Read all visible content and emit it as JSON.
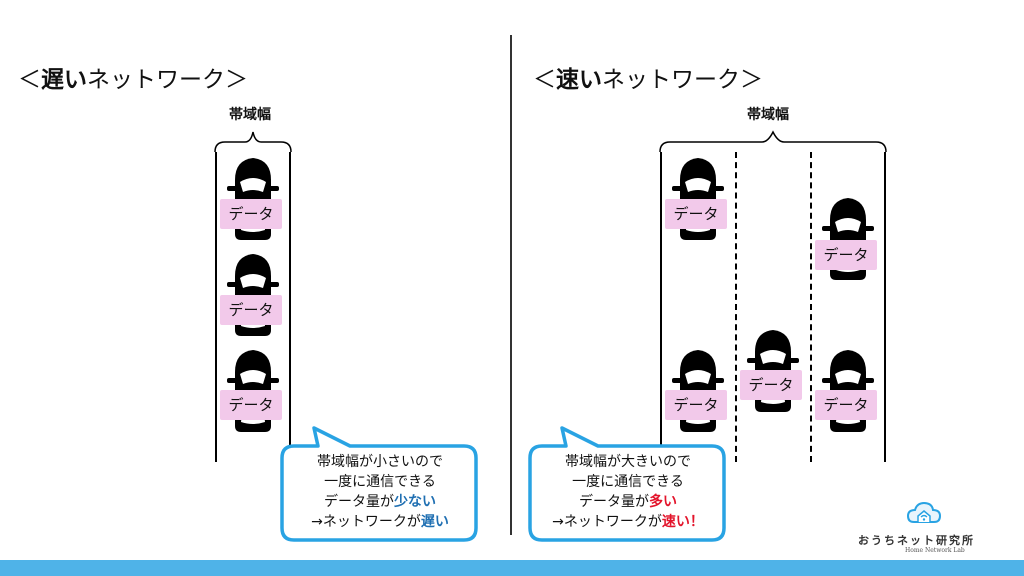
{
  "left": {
    "heading_open": "＜",
    "heading_bold": "遅い",
    "heading_rest": "ネットワーク＞",
    "bandwidth_label": "帯域幅",
    "cars": [
      {
        "label": "データ"
      },
      {
        "label": "データ"
      },
      {
        "label": "データ"
      }
    ],
    "bubble": {
      "line1": "帯域幅が小さいので",
      "line2": "一度に通信できる",
      "line3_prefix": "データ量が",
      "line3_emph": "少ない",
      "line4_prefix": "→ネットワークが",
      "line4_emph": "遅い"
    }
  },
  "right": {
    "heading_open": "＜",
    "heading_bold": "速い",
    "heading_rest": "ネットワーク＞",
    "bandwidth_label": "帯域幅",
    "cars": [
      {
        "label": "データ"
      },
      {
        "label": "データ"
      },
      {
        "label": "データ"
      },
      {
        "label": "データ"
      },
      {
        "label": "データ"
      }
    ],
    "bubble": {
      "line1": "帯域幅が大きいので",
      "line2": "一度に通信できる",
      "line3_prefix": "データ量が",
      "line3_emph": "多い",
      "line4_prefix": "→ネットワークが",
      "line4_emph": "速い！"
    }
  },
  "logo": {
    "title": "おうちネット研究所",
    "subtitle": "Home Network Lab",
    "icon": "cloud-wifi-house-icon"
  },
  "colors": {
    "accent_blue": "#1f6fb2",
    "accent_red": "#e3142b",
    "data_tag_bg": "#f2c9ea",
    "bubble_border": "#29a3e3",
    "bottom_bar": "#4fb3e8"
  }
}
